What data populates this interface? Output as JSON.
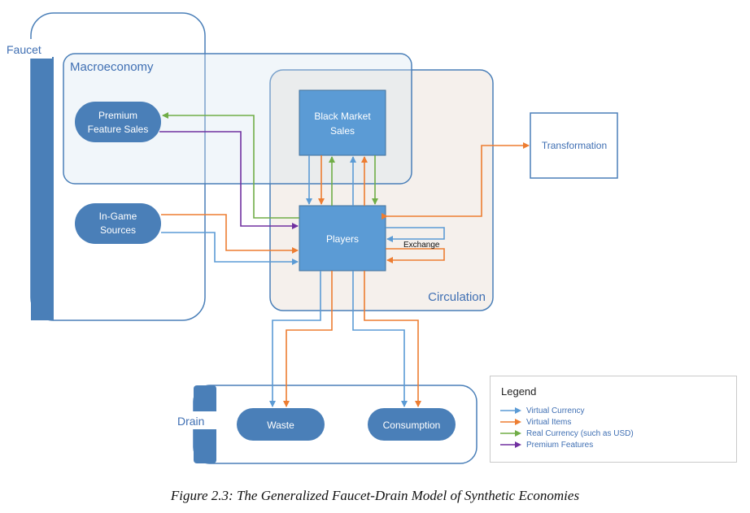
{
  "labels": {
    "faucet": "Faucet",
    "macroeconomy": "Macroeconomy",
    "circulation": "Circulation",
    "drain": "Drain",
    "premium_feature_sales_1": "Premium",
    "premium_feature_sales_2": "Feature Sales",
    "in_game_sources_1": "In-Game",
    "in_game_sources_2": "Sources",
    "black_market_1": "Black Market",
    "black_market_2": "Sales",
    "players": "Players",
    "exchange": "Exchange",
    "transformation": "Transformation",
    "waste": "Waste",
    "consumption": "Consumption"
  },
  "legend": {
    "title": "Legend",
    "items": [
      {
        "label": "Virtual Currency",
        "color": "#5b9bd5"
      },
      {
        "label": "Virtual Items",
        "color": "#ed7d31"
      },
      {
        "label": "Real Currency (such as USD)",
        "color": "#70ad47"
      },
      {
        "label": "Premium Features",
        "color": "#7030a0"
      }
    ]
  },
  "caption": "Figure 2.3: The Generalized Faucet-Drain Model of Synthetic Economies"
}
